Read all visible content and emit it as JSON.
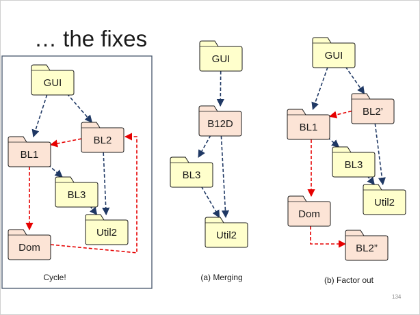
{
  "slide": {
    "title": "… the fixes",
    "slide_number": "134"
  },
  "colors": {
    "folder_yellow": "#ffffcc",
    "folder_pink": "#fce4d6",
    "folder_stroke": "#1a1a1a",
    "dependency_edge": "#1f3864",
    "problem_edge": "#e60000",
    "panel_border": "#44546a"
  },
  "panels": [
    {
      "caption": "Cycle!",
      "nodes": [
        {
          "id": "gui",
          "label": "GUI",
          "color": "yellow"
        },
        {
          "id": "bl1",
          "label": "BL1",
          "color": "pink"
        },
        {
          "id": "bl2",
          "label": "BL2",
          "color": "pink"
        },
        {
          "id": "bl3",
          "label": "BL3",
          "color": "yellow"
        },
        {
          "id": "util2",
          "label": "Util2",
          "color": "yellow"
        },
        {
          "id": "dom",
          "label": "Dom",
          "color": "pink"
        }
      ],
      "edges": [
        {
          "from": "gui",
          "to": "bl1",
          "style": "dependency"
        },
        {
          "from": "gui",
          "to": "bl2",
          "style": "dependency"
        },
        {
          "from": "bl2",
          "to": "bl1",
          "style": "problem"
        },
        {
          "from": "bl1",
          "to": "bl3",
          "style": "dependency"
        },
        {
          "from": "bl2",
          "to": "util2",
          "style": "dependency"
        },
        {
          "from": "bl3",
          "to": "util2",
          "style": "dependency"
        },
        {
          "from": "bl1",
          "to": "dom",
          "style": "problem"
        },
        {
          "from": "dom",
          "to": "bl2",
          "style": "problem"
        }
      ]
    },
    {
      "caption": "(a) Merging",
      "nodes": [
        {
          "id": "gui",
          "label": "GUI",
          "color": "yellow"
        },
        {
          "id": "b12d",
          "label": "B12D",
          "color": "pink"
        },
        {
          "id": "bl3",
          "label": "BL3",
          "color": "yellow"
        },
        {
          "id": "util2",
          "label": "Util2",
          "color": "yellow"
        }
      ],
      "edges": [
        {
          "from": "gui",
          "to": "b12d",
          "style": "dependency"
        },
        {
          "from": "b12d",
          "to": "bl3",
          "style": "dependency"
        },
        {
          "from": "b12d",
          "to": "util2",
          "style": "dependency"
        },
        {
          "from": "bl3",
          "to": "util2",
          "style": "dependency"
        }
      ]
    },
    {
      "caption": "(b) Factor out",
      "nodes": [
        {
          "id": "gui",
          "label": "GUI",
          "color": "yellow"
        },
        {
          "id": "bl1",
          "label": "BL1",
          "color": "pink"
        },
        {
          "id": "bl2p",
          "label": "BL2’",
          "color": "pink"
        },
        {
          "id": "bl3",
          "label": "BL3",
          "color": "yellow"
        },
        {
          "id": "util2",
          "label": "Util2",
          "color": "yellow"
        },
        {
          "id": "dom",
          "label": "Dom",
          "color": "pink"
        },
        {
          "id": "bl2pp",
          "label": "BL2”",
          "color": "pink"
        }
      ],
      "edges": [
        {
          "from": "gui",
          "to": "bl1",
          "style": "dependency"
        },
        {
          "from": "gui",
          "to": "bl2p",
          "style": "dependency"
        },
        {
          "from": "bl2p",
          "to": "bl1",
          "style": "problem"
        },
        {
          "from": "bl1",
          "to": "bl3",
          "style": "dependency"
        },
        {
          "from": "bl2p",
          "to": "util2",
          "style": "dependency"
        },
        {
          "from": "bl3",
          "to": "util2",
          "style": "dependency"
        },
        {
          "from": "bl1",
          "to": "dom",
          "style": "problem"
        },
        {
          "from": "dom",
          "to": "bl2pp",
          "style": "problem"
        }
      ]
    }
  ]
}
